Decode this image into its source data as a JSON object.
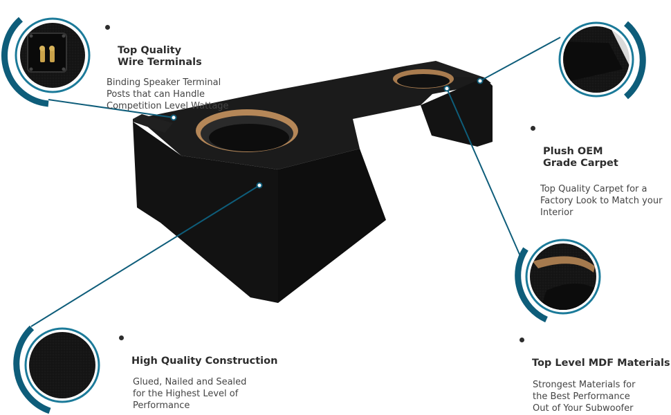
{
  "colors": {
    "accent": "#0e5d7a",
    "accent_light": "#1b7a99",
    "carpet": "#161616",
    "mdf": "#a57a4e"
  },
  "features": {
    "terminals": {
      "title": "Top Quality\nWire Terminals",
      "description": "Binding Speaker Terminal\nPosts that can Handle\nCompetition Level Wattage",
      "icon": "speaker-terminal-closeup"
    },
    "carpet": {
      "title": "Plush OEM\nGrade Carpet",
      "description": "Top Quality Carpet for a\nFactory Look to Match your\nInterior",
      "icon": "carpet-edge-closeup"
    },
    "construction": {
      "title": "High Quality Construction",
      "description": "Glued, Nailed and Sealed\nfor the Highest Level of\nPerformance",
      "icon": "carpet-texture-closeup"
    },
    "mdf": {
      "title": "Top Level MDF Materials",
      "description": "Strongest Materials for\nthe Best Performance\nOut of  Your Subwoofer",
      "icon": "mdf-cutout-closeup"
    }
  }
}
